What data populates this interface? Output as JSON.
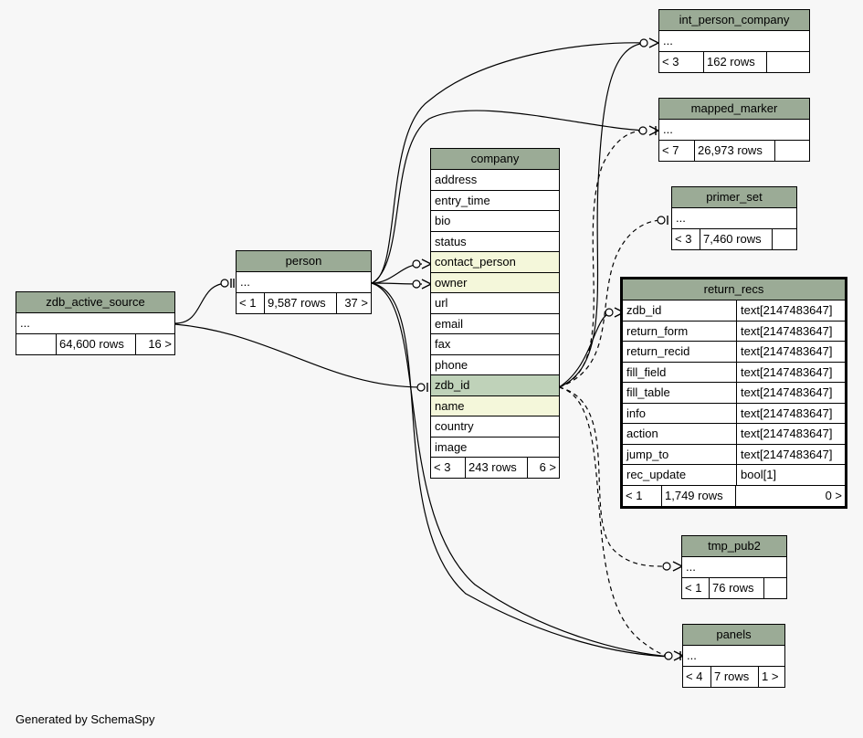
{
  "tables": {
    "zdb_active_source": {
      "name": "zdb_active_source",
      "rows": [
        "..."
      ],
      "footer": [
        "",
        "64,600 rows",
        "16 >"
      ]
    },
    "person": {
      "name": "person",
      "rows": [
        "..."
      ],
      "footer": [
        "< 1",
        "9,587 rows",
        "37 >"
      ]
    },
    "company": {
      "name": "company",
      "rows": [
        "address",
        "entry_time",
        "bio",
        "status",
        "contact_person",
        "owner",
        "url",
        "email",
        "fax",
        "phone",
        "zdb_id",
        "name",
        "country",
        "image"
      ],
      "footer": [
        "< 3",
        "243 rows",
        "6 >"
      ]
    },
    "int_person_company": {
      "name": "int_person_company",
      "rows": [
        "..."
      ],
      "footer": [
        "< 3",
        "162 rows",
        ""
      ]
    },
    "mapped_marker": {
      "name": "mapped_marker",
      "rows": [
        "..."
      ],
      "footer": [
        "< 7",
        "26,973 rows",
        ""
      ]
    },
    "primer_set": {
      "name": "primer_set",
      "rows": [
        "..."
      ],
      "footer": [
        "< 3",
        "7,460 rows",
        ""
      ]
    },
    "return_recs": {
      "name": "return_recs",
      "columns": [
        [
          "zdb_id",
          "text[2147483647]"
        ],
        [
          "return_form",
          "text[2147483647]"
        ],
        [
          "return_recid",
          "text[2147483647]"
        ],
        [
          "fill_field",
          "text[2147483647]"
        ],
        [
          "fill_table",
          "text[2147483647]"
        ],
        [
          "info",
          "text[2147483647]"
        ],
        [
          "action",
          "text[2147483647]"
        ],
        [
          "jump_to",
          "text[2147483647]"
        ],
        [
          "rec_update",
          "bool[1]"
        ]
      ],
      "footer": [
        "< 1",
        "1,749 rows",
        "0 >"
      ]
    },
    "tmp_pub2": {
      "name": "tmp_pub2",
      "rows": [
        "..."
      ],
      "footer": [
        "< 1",
        "76 rows",
        ""
      ]
    },
    "panels": {
      "name": "panels",
      "rows": [
        "..."
      ],
      "footer": [
        "< 4",
        "7 rows",
        "1 >"
      ]
    }
  },
  "credit": "Generated by SchemaSpy",
  "colors": {
    "header": "#9bab96",
    "highlight": "#f4f7da",
    "primary_key": "#bfd2b9",
    "background": "#f7f7f7"
  }
}
